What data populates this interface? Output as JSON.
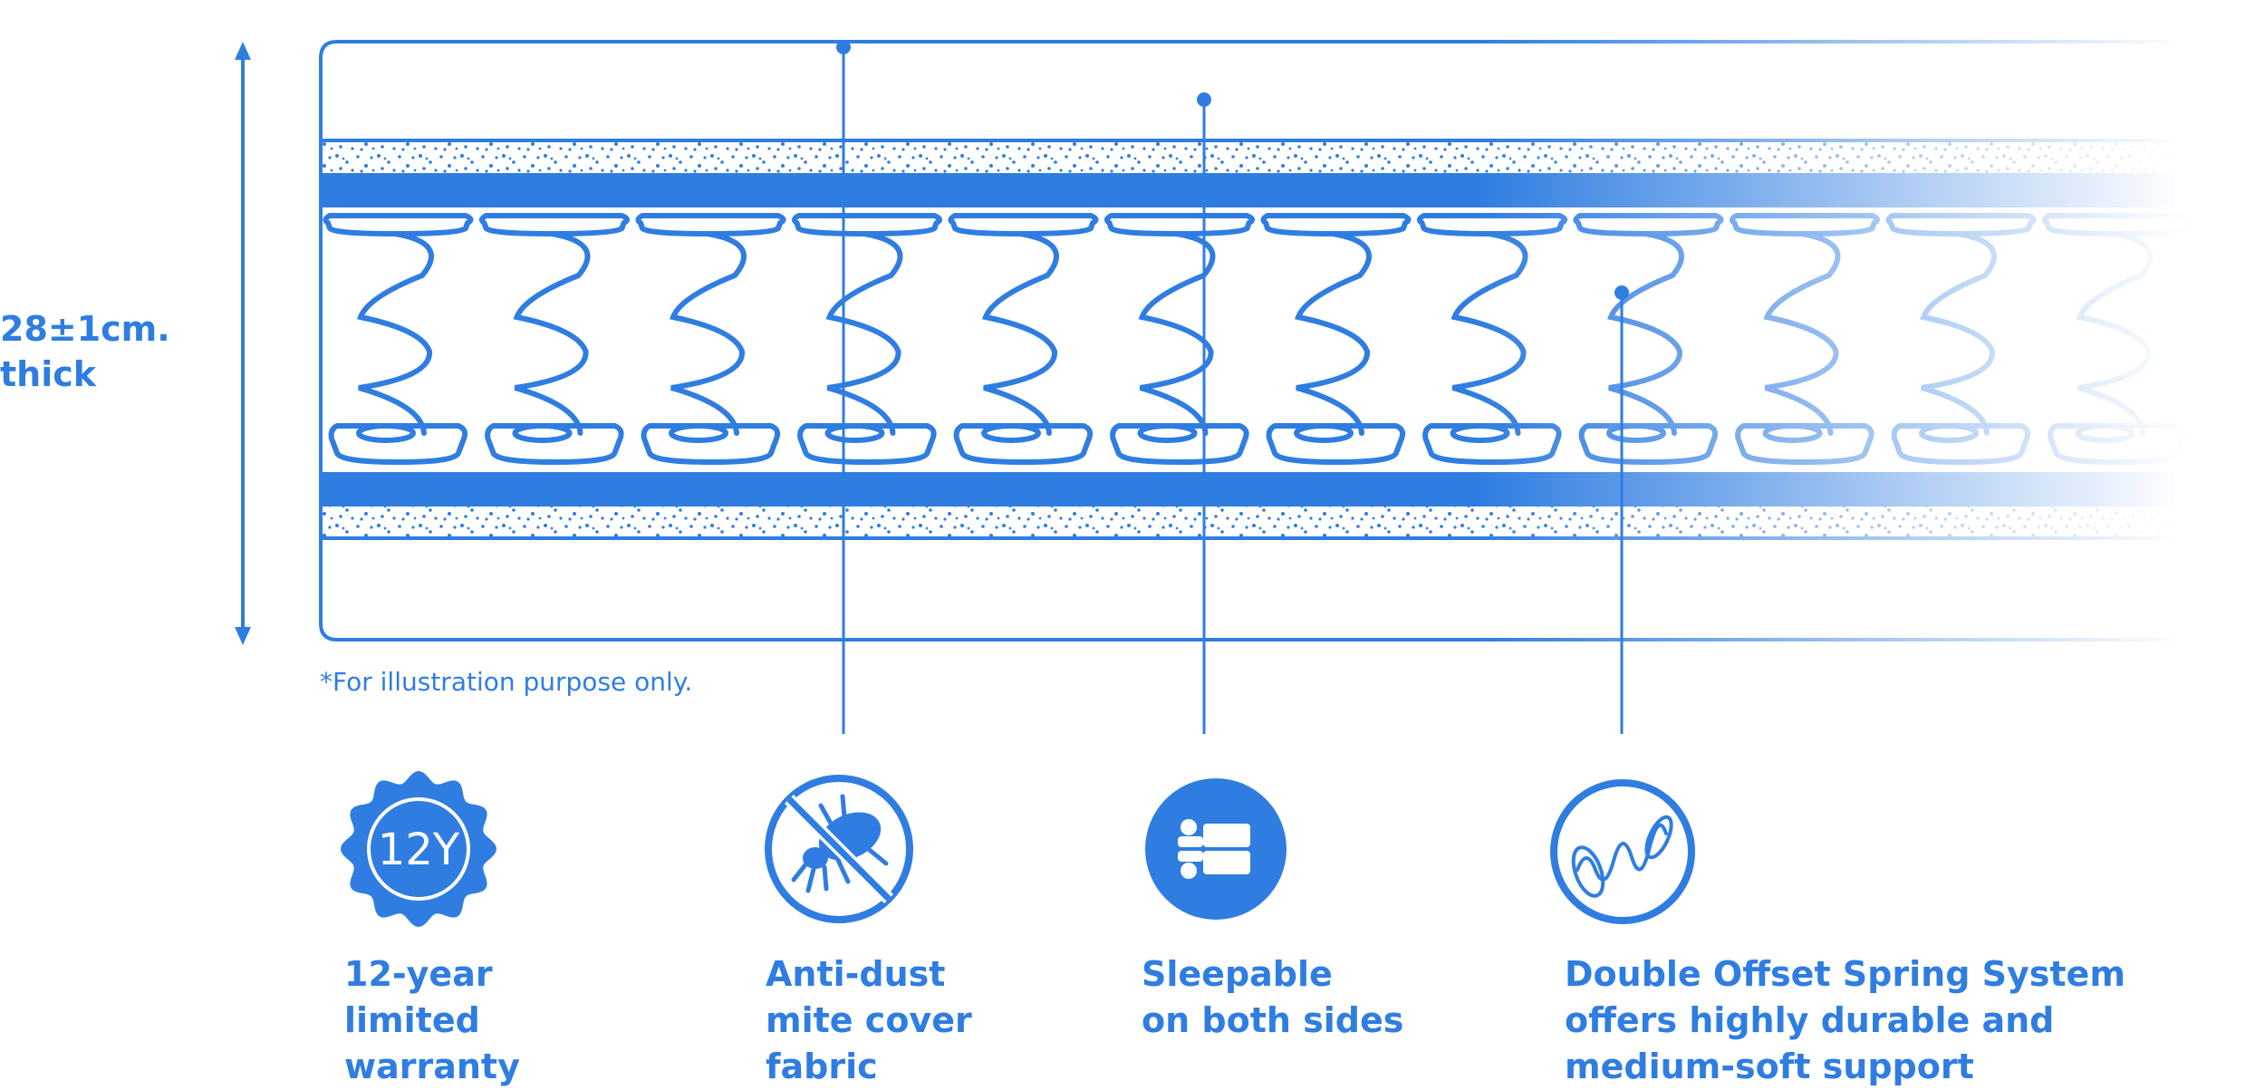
{
  "thickness_label": "28±1cm.\nthick",
  "disclaimer": "*For illustration purpose only.",
  "badge_text": "12Y",
  "features": [
    {
      "id": "warranty",
      "icon": "warranty-badge-icon",
      "caption": "12-year\nlimited\nwarranty"
    },
    {
      "id": "antidust",
      "icon": "no-dust-mite-icon",
      "caption": "Anti-dust\nmite cover\nfabric"
    },
    {
      "id": "sleepable",
      "icon": "flip-mattress-icon",
      "caption": "Sleepable\non both sides"
    },
    {
      "id": "spring",
      "icon": "spring-coil-icon",
      "caption": "Double Offset Spring System\noffers highly durable and\nmedium-soft support"
    }
  ],
  "colors": {
    "accent": "#2f7de1",
    "background": "#ffffff"
  }
}
